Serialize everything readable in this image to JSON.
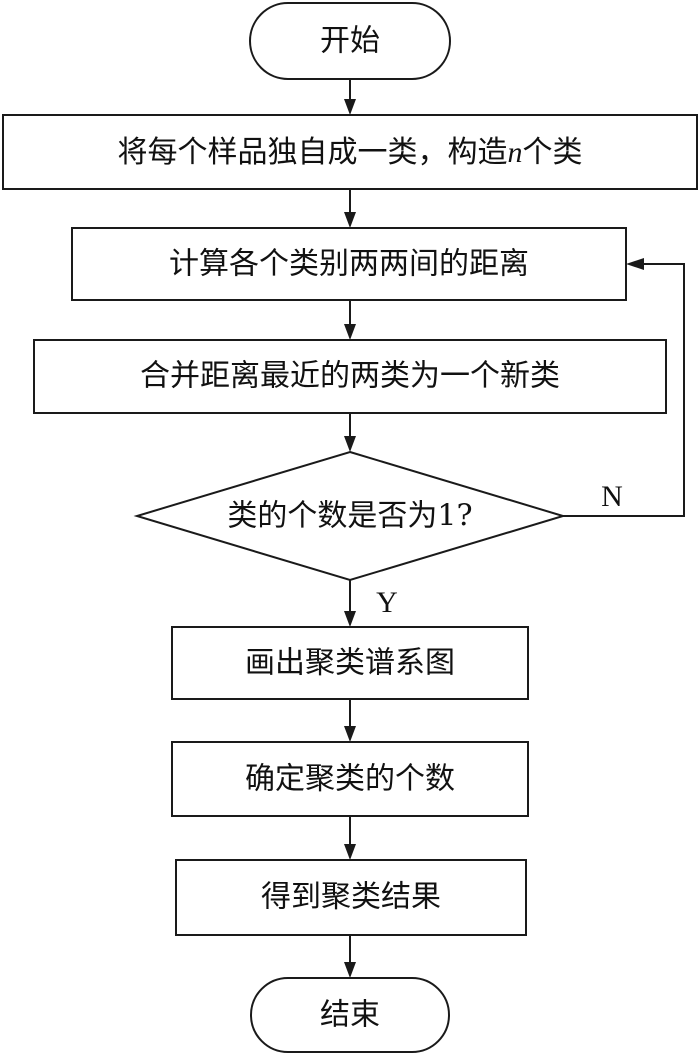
{
  "flowchart": {
    "start_label": "开始",
    "step_init_prefix": "将每个样品独自成一类，构造",
    "step_init_var": "n",
    "step_init_suffix": "个类",
    "step_distance": "计算各个类别两两间的距离",
    "step_merge": "合并距离最近的两类为一个新类",
    "decision": "类的个数是否为1?",
    "label_no": "N",
    "label_yes": "Y",
    "step_dendrogram": "画出聚类谱系图",
    "step_count": "确定聚类的个数",
    "step_result": "得到聚类结果",
    "end_label": "结束"
  }
}
